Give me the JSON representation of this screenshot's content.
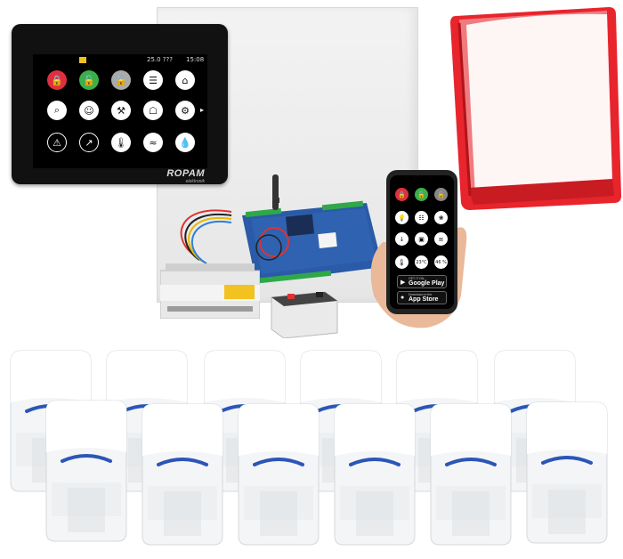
{
  "keypad": {
    "status_time": "15:08",
    "status_temp": "25.0 ???",
    "brand": "ROPAM",
    "brand_sub": "elektronik",
    "icons_row1": [
      "lock-red-icon",
      "lock-green-icon",
      "lock-gray-icon",
      "list-icon",
      "house-icon"
    ],
    "icons_row2": [
      "search-icon",
      "users-icon",
      "tools-icon",
      "house-grid-icon",
      "settings-icon"
    ],
    "icons_row3": [
      "warning-icon",
      "ai-chart-icon",
      "thermometer-icon",
      "water-icon",
      "drop-icon"
    ]
  },
  "phone": {
    "temp": "23°C",
    "humidity": "46 %",
    "google_small": "GET IT ON",
    "google_big": "Google Play",
    "apple_small": "Download on the",
    "apple_big": "App Store"
  },
  "colors": {
    "siren_red": "#e8242c",
    "board_blue": "#2a5aa8",
    "terminal_green": "#2fa84a",
    "detector_white": "#f4f5f6",
    "detector_stripe": "#2b56b8"
  },
  "detectors": {
    "count": 12
  }
}
